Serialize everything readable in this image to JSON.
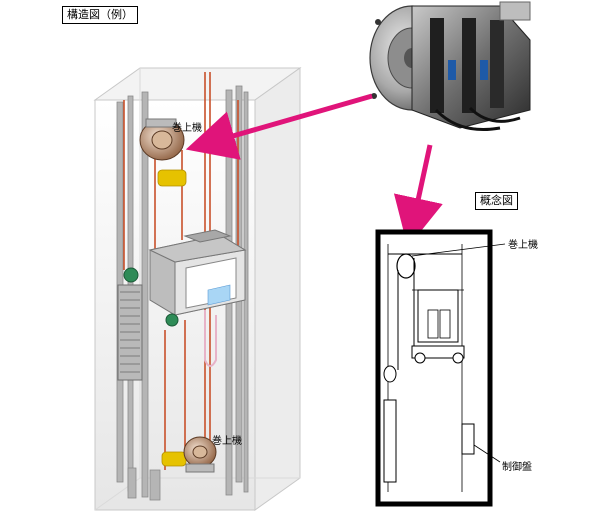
{
  "structure_title": "構造図（例）",
  "concept_title": "概念図",
  "labels": {
    "hoist_top": "巻上機",
    "hoist_bottom": "巻上機",
    "concept_hoist": "巻上機",
    "control_panel": "制御盤"
  },
  "colors": {
    "arrow": "#e0147a",
    "rail": "#a9a9a9",
    "rope": "#c8502a",
    "counterweight": "#e6c200",
    "sheave_green": "#2e8b57",
    "cabin": "#dcdcdc"
  },
  "icons": {
    "hoist_photo": "hoist-motor-photo"
  }
}
